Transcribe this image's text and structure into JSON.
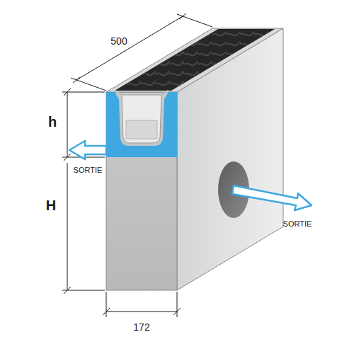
{
  "diagram": {
    "labels": [
      "500",
      "h",
      "H",
      "SORTIE",
      "SORTIE",
      "172"
    ]
  }
}
